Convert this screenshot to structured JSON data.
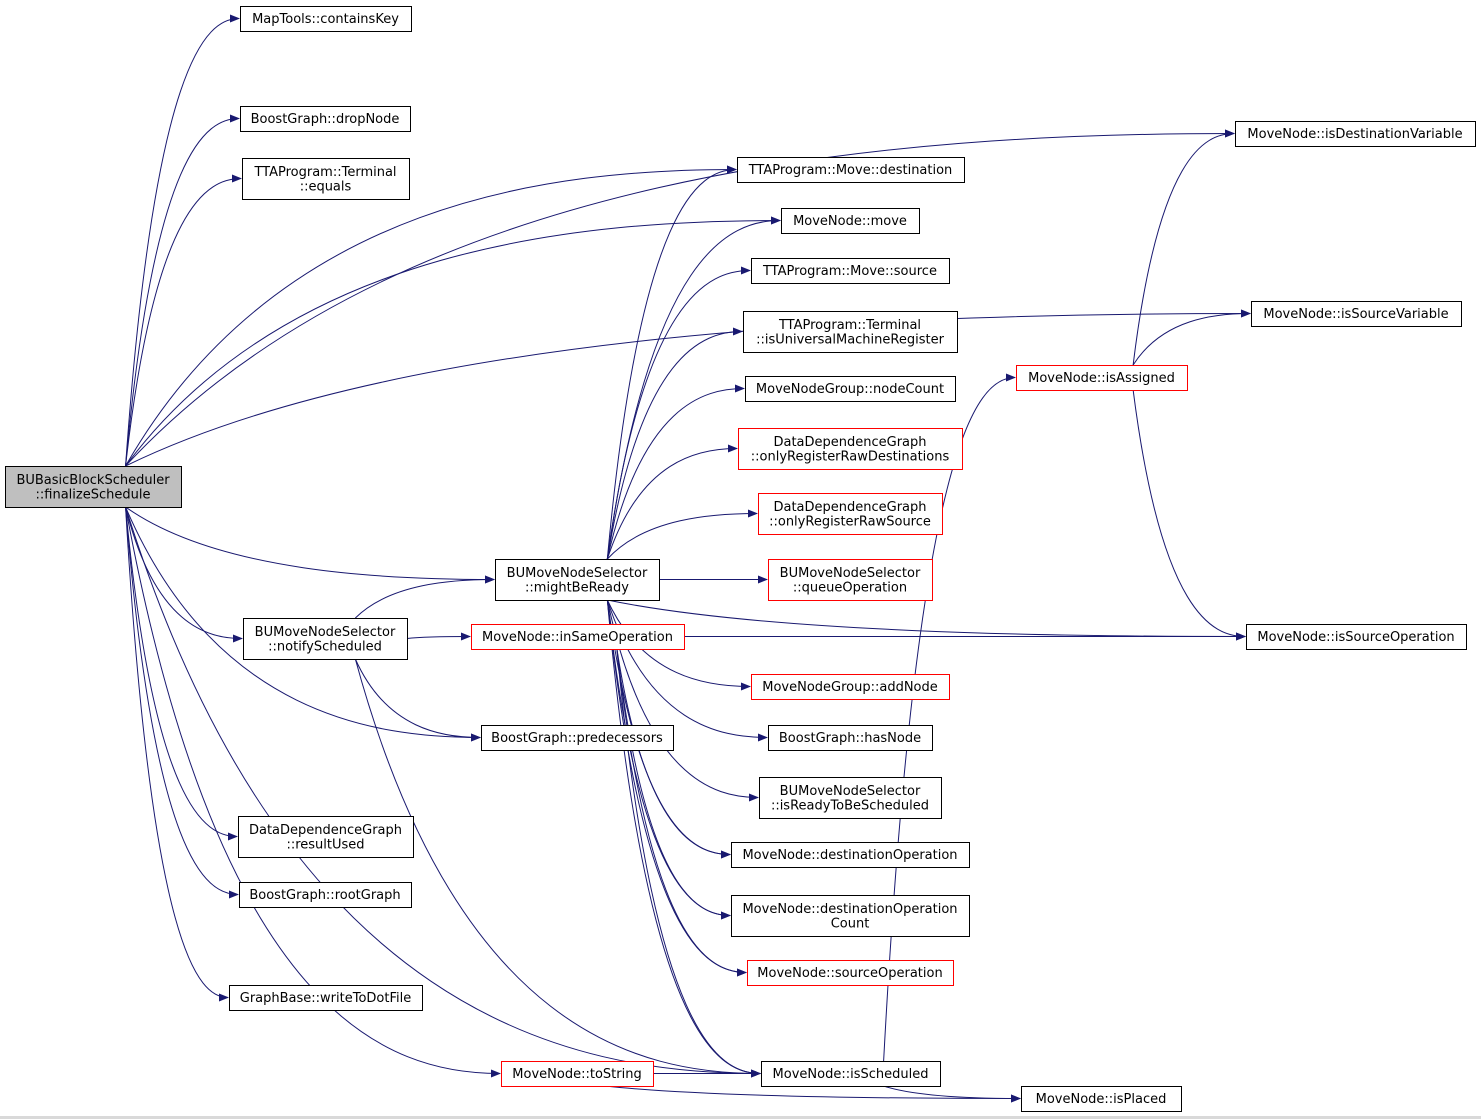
{
  "colors": {
    "edge": "#191970",
    "normal_border": "#000000",
    "red_border": "#ff0000",
    "root_fill": "#bfbfbf"
  },
  "nodes": [
    {
      "id": "root",
      "lines": [
        "BUBasicBlockScheduler",
        "::finalizeSchedule"
      ],
      "style": "root"
    },
    {
      "id": "containsKey",
      "lines": [
        "MapTools::containsKey"
      ],
      "style": "normal"
    },
    {
      "id": "dropNode",
      "lines": [
        "BoostGraph::dropNode"
      ],
      "style": "normal"
    },
    {
      "id": "termEquals",
      "lines": [
        "TTAProgram::Terminal",
        "::equals"
      ],
      "style": "normal"
    },
    {
      "id": "mightBeReady",
      "lines": [
        "BUMoveNodeSelector",
        "::mightBeReady"
      ],
      "style": "normal"
    },
    {
      "id": "notifyScheduled",
      "lines": [
        "BUMoveNodeSelector",
        "::notifyScheduled"
      ],
      "style": "normal"
    },
    {
      "id": "predecessors",
      "lines": [
        "BoostGraph::predecessors"
      ],
      "style": "normal"
    },
    {
      "id": "resultUsed",
      "lines": [
        "DataDependenceGraph",
        "::resultUsed"
      ],
      "style": "normal"
    },
    {
      "id": "rootGraph",
      "lines": [
        "BoostGraph::rootGraph"
      ],
      "style": "normal"
    },
    {
      "id": "writeToDotFile",
      "lines": [
        "GraphBase::writeToDotFile"
      ],
      "style": "normal"
    },
    {
      "id": "toString",
      "lines": [
        "MoveNode::toString"
      ],
      "style": "red"
    },
    {
      "id": "inSameOperation",
      "lines": [
        "MoveNode::inSameOperation"
      ],
      "style": "red"
    },
    {
      "id": "moveDestination",
      "lines": [
        "TTAProgram::Move::destination"
      ],
      "style": "normal"
    },
    {
      "id": "moveNodeMove",
      "lines": [
        "MoveNode::move"
      ],
      "style": "normal"
    },
    {
      "id": "moveSource",
      "lines": [
        "TTAProgram::Move::source"
      ],
      "style": "normal"
    },
    {
      "id": "isUniversalMachineRegister",
      "lines": [
        "TTAProgram::Terminal",
        "::isUniversalMachineRegister"
      ],
      "style": "normal"
    },
    {
      "id": "nodeCount",
      "lines": [
        "MoveNodeGroup::nodeCount"
      ],
      "style": "normal"
    },
    {
      "id": "onlyRegisterRawDestinations",
      "lines": [
        "DataDependenceGraph",
        "::onlyRegisterRawDestinations"
      ],
      "style": "red"
    },
    {
      "id": "onlyRegisterRawSource",
      "lines": [
        "DataDependenceGraph",
        "::onlyRegisterRawSource"
      ],
      "style": "red"
    },
    {
      "id": "queueOperation",
      "lines": [
        "BUMoveNodeSelector",
        "::queueOperation"
      ],
      "style": "red"
    },
    {
      "id": "addNode",
      "lines": [
        "MoveNodeGroup::addNode"
      ],
      "style": "red"
    },
    {
      "id": "hasNode",
      "lines": [
        "BoostGraph::hasNode"
      ],
      "style": "normal"
    },
    {
      "id": "isReadyToBeScheduled",
      "lines": [
        "BUMoveNodeSelector",
        "::isReadyToBeScheduled"
      ],
      "style": "normal"
    },
    {
      "id": "destinationOperation",
      "lines": [
        "MoveNode::destinationOperation"
      ],
      "style": "normal"
    },
    {
      "id": "destinationOperationCount",
      "lines": [
        "MoveNode::destinationOperation",
        "Count"
      ],
      "style": "normal"
    },
    {
      "id": "sourceOperation",
      "lines": [
        "MoveNode::sourceOperation"
      ],
      "style": "red"
    },
    {
      "id": "isScheduled",
      "lines": [
        "MoveNode::isScheduled"
      ],
      "style": "normal"
    },
    {
      "id": "isPlaced",
      "lines": [
        "MoveNode::isPlaced"
      ],
      "style": "normal"
    },
    {
      "id": "isAssigned",
      "lines": [
        "MoveNode::isAssigned"
      ],
      "style": "red"
    },
    {
      "id": "isDestinationVariable",
      "lines": [
        "MoveNode::isDestinationVariable"
      ],
      "style": "normal"
    },
    {
      "id": "isSourceVariable",
      "lines": [
        "MoveNode::isSourceVariable"
      ],
      "style": "normal"
    },
    {
      "id": "isSourceOperation",
      "lines": [
        "MoveNode::isSourceOperation"
      ],
      "style": "normal"
    }
  ],
  "edges": [
    [
      "root",
      "containsKey"
    ],
    [
      "root",
      "dropNode"
    ],
    [
      "root",
      "termEquals"
    ],
    [
      "root",
      "isDestinationVariable"
    ],
    [
      "root",
      "isSourceVariable"
    ],
    [
      "root",
      "moveDestination"
    ],
    [
      "root",
      "moveNodeMove"
    ],
    [
      "root",
      "mightBeReady"
    ],
    [
      "root",
      "notifyScheduled"
    ],
    [
      "root",
      "predecessors"
    ],
    [
      "root",
      "resultUsed"
    ],
    [
      "root",
      "rootGraph"
    ],
    [
      "root",
      "writeToDotFile"
    ],
    [
      "root",
      "toString"
    ],
    [
      "root",
      "isScheduled"
    ],
    [
      "notifyScheduled",
      "mightBeReady"
    ],
    [
      "notifyScheduled",
      "inSameOperation"
    ],
    [
      "notifyScheduled",
      "predecessors"
    ],
    [
      "notifyScheduled",
      "isScheduled"
    ],
    [
      "mightBeReady",
      "moveDestination"
    ],
    [
      "mightBeReady",
      "moveNodeMove"
    ],
    [
      "mightBeReady",
      "moveSource"
    ],
    [
      "mightBeReady",
      "isUniversalMachineRegister"
    ],
    [
      "mightBeReady",
      "nodeCount"
    ],
    [
      "mightBeReady",
      "onlyRegisterRawDestinations"
    ],
    [
      "mightBeReady",
      "onlyRegisterRawSource"
    ],
    [
      "mightBeReady",
      "queueOperation"
    ],
    [
      "mightBeReady",
      "addNode"
    ],
    [
      "mightBeReady",
      "hasNode"
    ],
    [
      "mightBeReady",
      "isReadyToBeScheduled"
    ],
    [
      "mightBeReady",
      "destinationOperation"
    ],
    [
      "mightBeReady",
      "destinationOperationCount"
    ],
    [
      "mightBeReady",
      "sourceOperation"
    ],
    [
      "mightBeReady",
      "isScheduled"
    ],
    [
      "mightBeReady",
      "isSourceOperation"
    ],
    [
      "inSameOperation",
      "destinationOperation"
    ],
    [
      "inSameOperation",
      "destinationOperationCount"
    ],
    [
      "inSameOperation",
      "sourceOperation"
    ],
    [
      "inSameOperation",
      "isScheduled"
    ],
    [
      "inSameOperation",
      "isSourceOperation"
    ],
    [
      "toString",
      "isScheduled"
    ],
    [
      "toString",
      "isPlaced"
    ],
    [
      "isScheduled",
      "isPlaced"
    ],
    [
      "isScheduled",
      "isAssigned"
    ],
    [
      "isAssigned",
      "isDestinationVariable"
    ],
    [
      "isAssigned",
      "isSourceVariable"
    ],
    [
      "isAssigned",
      "isSourceOperation"
    ]
  ]
}
